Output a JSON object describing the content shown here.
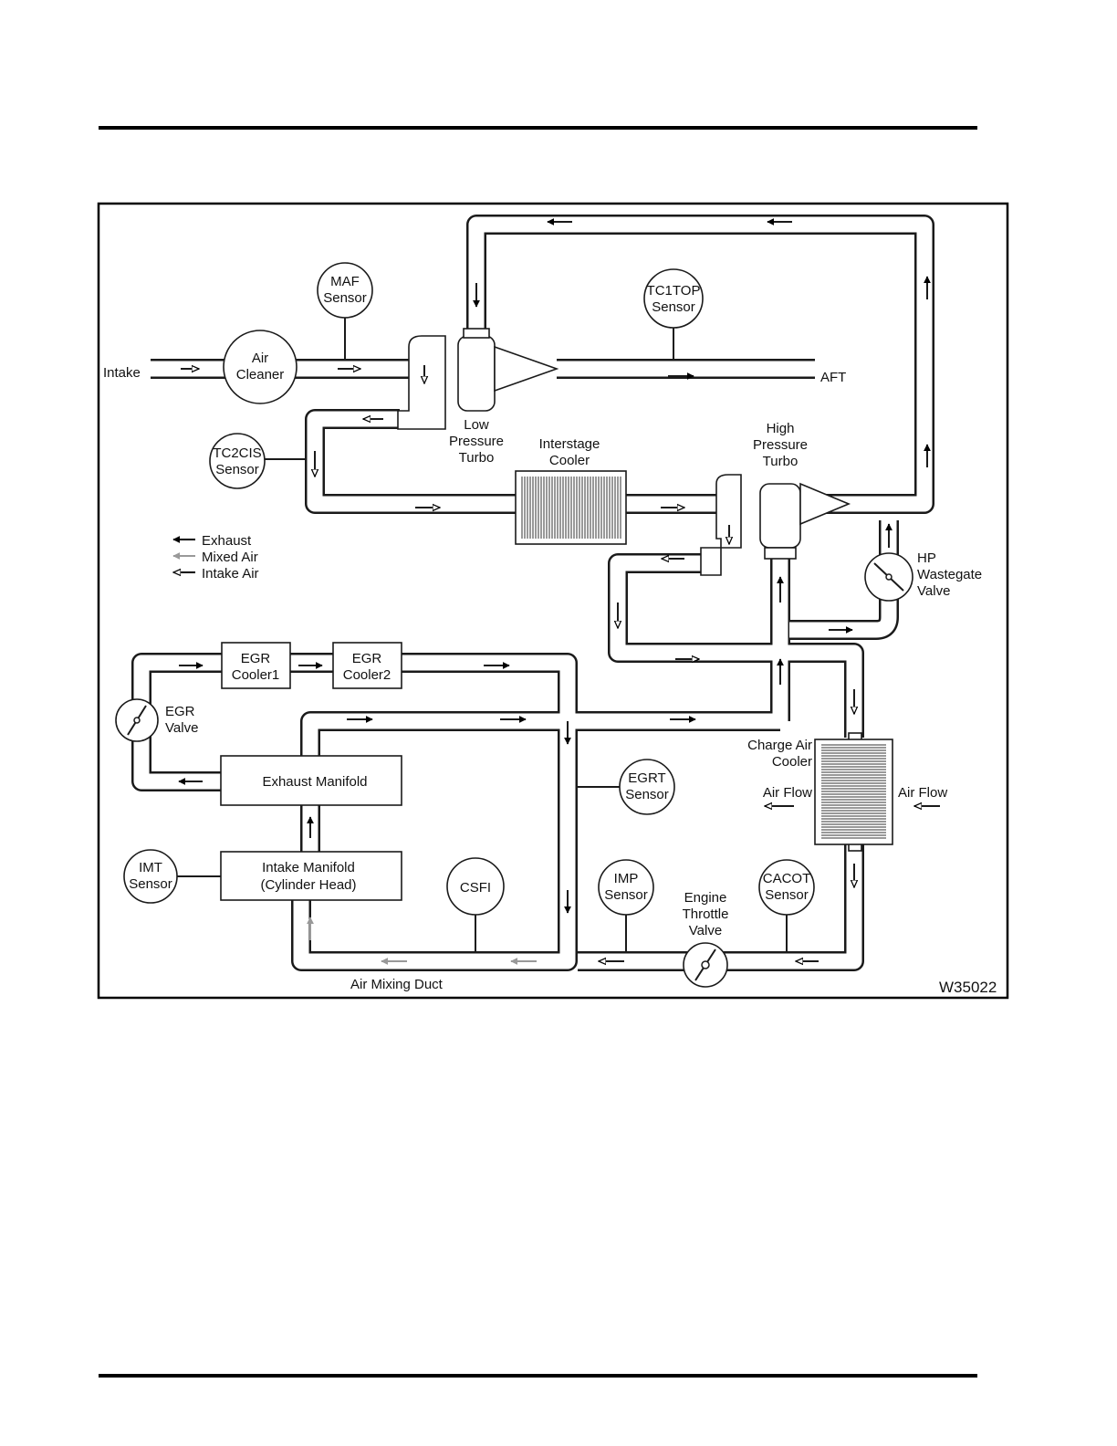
{
  "figure_id": "W35022",
  "labels": {
    "intake": "Intake",
    "air_cleaner": [
      "Air",
      "Cleaner"
    ],
    "maf_sensor": [
      "MAF",
      "Sensor"
    ],
    "tc1top_sensor": [
      "TC1TOP",
      "Sensor"
    ],
    "aft": "AFT",
    "low_pressure_turbo": [
      "Low",
      "Pressure",
      "Turbo"
    ],
    "tc2cis_sensor": [
      "TC2CIS",
      "Sensor"
    ],
    "interstage_cooler": [
      "Interstage",
      "Cooler"
    ],
    "high_pressure_turbo": [
      "High",
      "Pressure",
      "Turbo"
    ],
    "hp_wastegate_valve": [
      "HP",
      "Wastegate",
      "Valve"
    ],
    "egr_cooler1": [
      "EGR",
      "Cooler1"
    ],
    "egr_cooler2": [
      "EGR",
      "Cooler2"
    ],
    "egr_valve": [
      "EGR",
      "Valve"
    ],
    "exhaust_manifold": "Exhaust Manifold",
    "intake_manifold": [
      "Intake Manifold",
      "(Cylinder Head)"
    ],
    "imt_sensor": [
      "IMT",
      "Sensor"
    ],
    "csfi": "CSFI",
    "imp_sensor": [
      "IMP",
      "Sensor"
    ],
    "egrt_sensor": [
      "EGRT",
      "Sensor"
    ],
    "charge_air_cooler": [
      "Charge Air",
      "Cooler"
    ],
    "air_flow_left": "Air Flow",
    "air_flow_right": "Air Flow",
    "cacot_sensor": [
      "CACOT",
      "Sensor"
    ],
    "engine_throttle_valve": [
      "Engine",
      "Throttle",
      "Valve"
    ],
    "air_mixing_duct": "Air Mixing Duct"
  },
  "legend": [
    {
      "label": "Exhaust",
      "color": "#000000",
      "style": "solid"
    },
    {
      "label": "Mixed Air",
      "color": "#999999",
      "style": "solid"
    },
    {
      "label": "Intake Air",
      "color": "#000000",
      "style": "hollow"
    }
  ]
}
